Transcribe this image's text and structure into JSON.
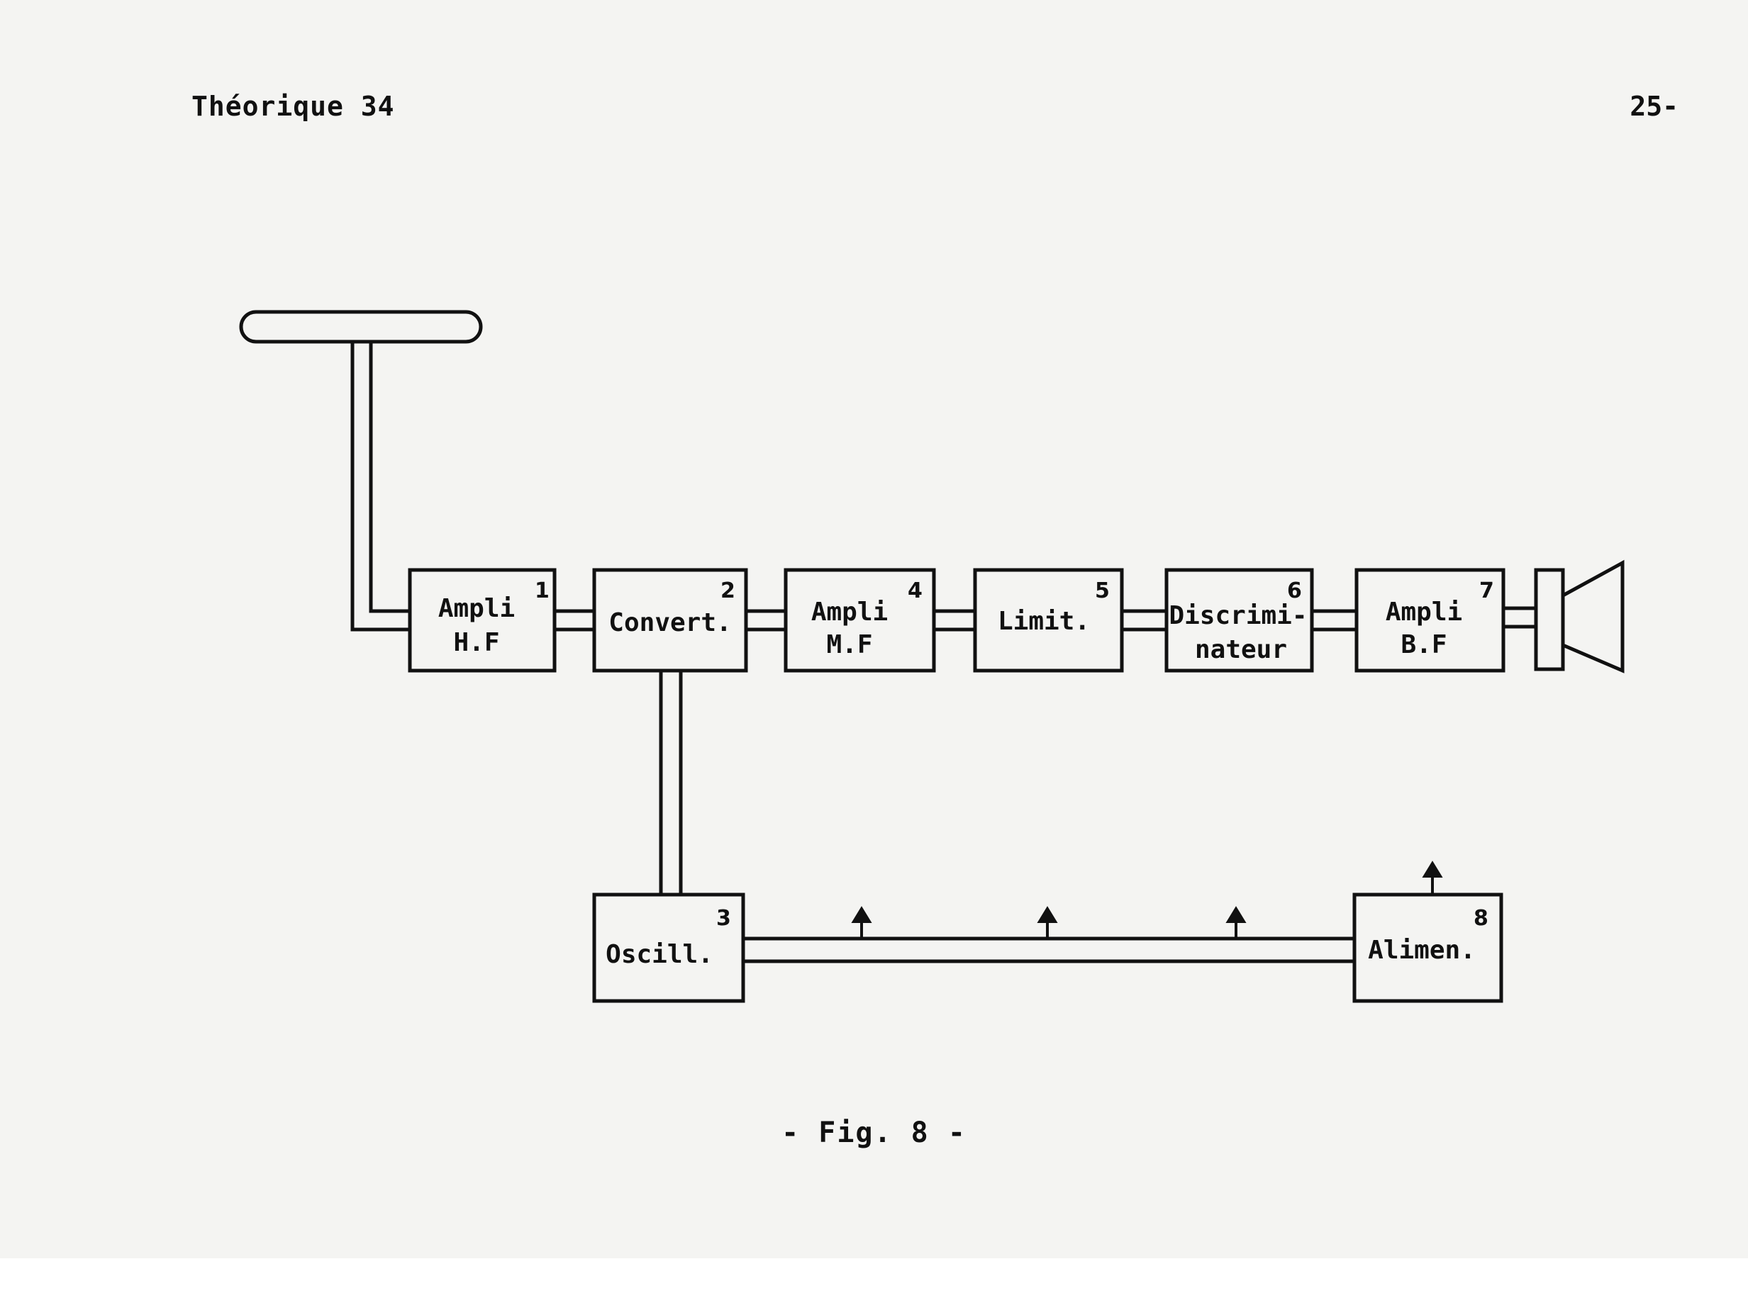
{
  "header": {
    "left": "Théorique 34",
    "right": "25-"
  },
  "blocks": [
    {
      "id": "ampli-hf",
      "number": "1",
      "lines": [
        "Ampli",
        "H.F"
      ]
    },
    {
      "id": "convert",
      "number": "2",
      "lines": [
        "Convert."
      ]
    },
    {
      "id": "oscill",
      "number": "3",
      "lines": [
        "Oscill."
      ]
    },
    {
      "id": "ampli-mf",
      "number": "4",
      "lines": [
        "Ampli",
        "M.F"
      ]
    },
    {
      "id": "limit",
      "number": "5",
      "lines": [
        "Limit."
      ]
    },
    {
      "id": "discrim",
      "number": "6",
      "lines": [
        "Discrimi-",
        "nateur"
      ]
    },
    {
      "id": "ampli-bf",
      "number": "7",
      "lines": [
        "Ampli",
        "B.F"
      ]
    },
    {
      "id": "alimen",
      "number": "8",
      "lines": [
        "Alimen."
      ]
    }
  ],
  "caption": "- Fig. 8 -"
}
